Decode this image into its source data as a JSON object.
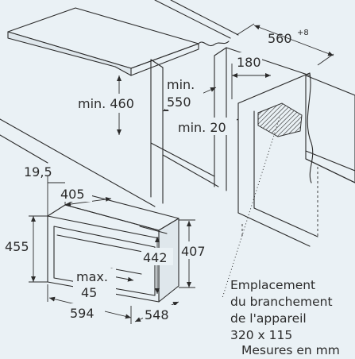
{
  "dimensions": {
    "niche_width": "560",
    "niche_width_tolerance": "+8",
    "depth_180": "180",
    "min_460": "min. 460",
    "min_550_line1": "min.",
    "min_550_line2": "550",
    "min_20": "min. 20",
    "d_19_5": "19,5",
    "d_405": "405",
    "d_455": "455",
    "d_442": "442",
    "d_407": "407",
    "max_45_line1": "max.",
    "max_45_line2": "45",
    "d_594": "594",
    "d_548": "548"
  },
  "notes": {
    "connection_line1": "Emplacement",
    "connection_line2": "du branchement",
    "connection_line3": "de l'appareil",
    "connection_line4": "320 x 115",
    "units": "Mesures en mm"
  }
}
